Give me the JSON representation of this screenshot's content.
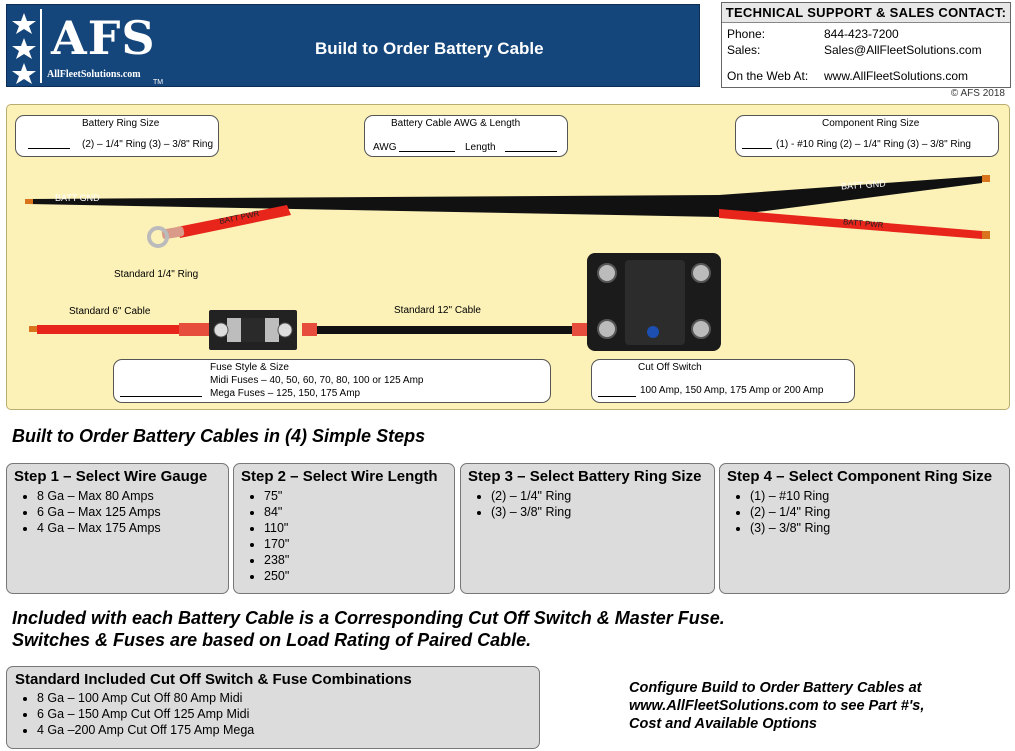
{
  "header": {
    "logo_text": "AFS",
    "logo_subtitle": "AllFleetSolutions.com",
    "logo_tm": "TM",
    "title": "Build to Order Battery Cable"
  },
  "contact": {
    "heading": "TECHNICAL SUPPORT & SALES CONTACT:",
    "phone_label": "Phone:",
    "phone_value": "844-423-7200",
    "sales_label": "Sales:",
    "sales_value": "Sales@AllFleetSolutions.com",
    "web_label": "On the Web At:",
    "web_value": "www.AllFleetSolutions.com"
  },
  "copyright": "© AFS 2018",
  "diagram": {
    "battery_ring": {
      "title": "Battery Ring Size",
      "options": "(2) – 1/4\" Ring (3) – 3/8\" Ring"
    },
    "awg_length": {
      "title": "Battery Cable AWG & Length",
      "awg_label": "AWG",
      "length_label": "Length"
    },
    "component_ring": {
      "title": "Component Ring Size",
      "options": "(1) - #10 Ring (2) – 1/4\" Ring (3) – 3/8\" Ring"
    },
    "batt_gnd_left": "BATT GND",
    "batt_gnd_right": "BATT GND",
    "batt_pwr_left": "BATT PWR",
    "batt_pwr_right": "BATT PWR",
    "standard_ring": "Standard 1/4\" Ring",
    "standard_6_cable": "Standard 6\" Cable",
    "standard_12_cable": "Standard 12\" Cable",
    "fuse": {
      "title": "Fuse Style & Size",
      "midi": "Midi Fuses – 40, 50, 60, 70, 80, 100 or 125 Amp",
      "mega": "Mega Fuses – 125, 150, 175 Amp"
    },
    "cutoff": {
      "title": "Cut Off Switch",
      "options": "100 Amp, 150 Amp, 175 Amp or 200 Amp"
    }
  },
  "steps_heading": "Built to Order Battery Cables in (4) Simple Steps",
  "steps": [
    {
      "title": "Step 1 – Select Wire Gauge",
      "items": [
        "8 Ga – Max 80 Amps",
        "6 Ga – Max 125 Amps",
        "4 Ga – Max 175 Amps"
      ]
    },
    {
      "title": "Step 2 – Select Wire Length",
      "items": [
        "75\"",
        "84\"",
        "110\"",
        "170\"",
        "238\"",
        "250\""
      ]
    },
    {
      "title": "Step 3 – Select Battery Ring Size",
      "items": [
        "(2) – 1/4\" Ring",
        "(3) – 3/8\" Ring"
      ]
    },
    {
      "title": "Step 4 – Select Component Ring Size",
      "items": [
        "(1) – #10 Ring",
        "(2) – 1/4\" Ring",
        "(3) – 3/8\" Ring"
      ]
    }
  ],
  "included_line1": "Included with each Battery Cable is a Corresponding Cut Off Switch & Master Fuse.",
  "included_line2": "Switches & Fuses are based on Load Rating of Paired Cable.",
  "combo": {
    "title": "Standard Included Cut Off Switch & Fuse Combinations",
    "items": [
      "8 Ga – 100 Amp Cut Off 80 Amp Midi",
      "6 Ga – 150 Amp Cut Off 125 Amp Midi",
      "4 Ga –200 Amp Cut Off 175 Amp Mega"
    ]
  },
  "configure": {
    "line1": "Configure Build to Order Battery Cables at",
    "line2": "www.AllFleetSolutions.com to see Part #'s,",
    "line3": "Cost and Available Options"
  },
  "colors": {
    "header_blue": "#14467c",
    "diagram_bg": "#fcf2b8",
    "cable_red": "#e8251b",
    "cable_black": "#111111",
    "step_bg": "#dcdcdc"
  }
}
